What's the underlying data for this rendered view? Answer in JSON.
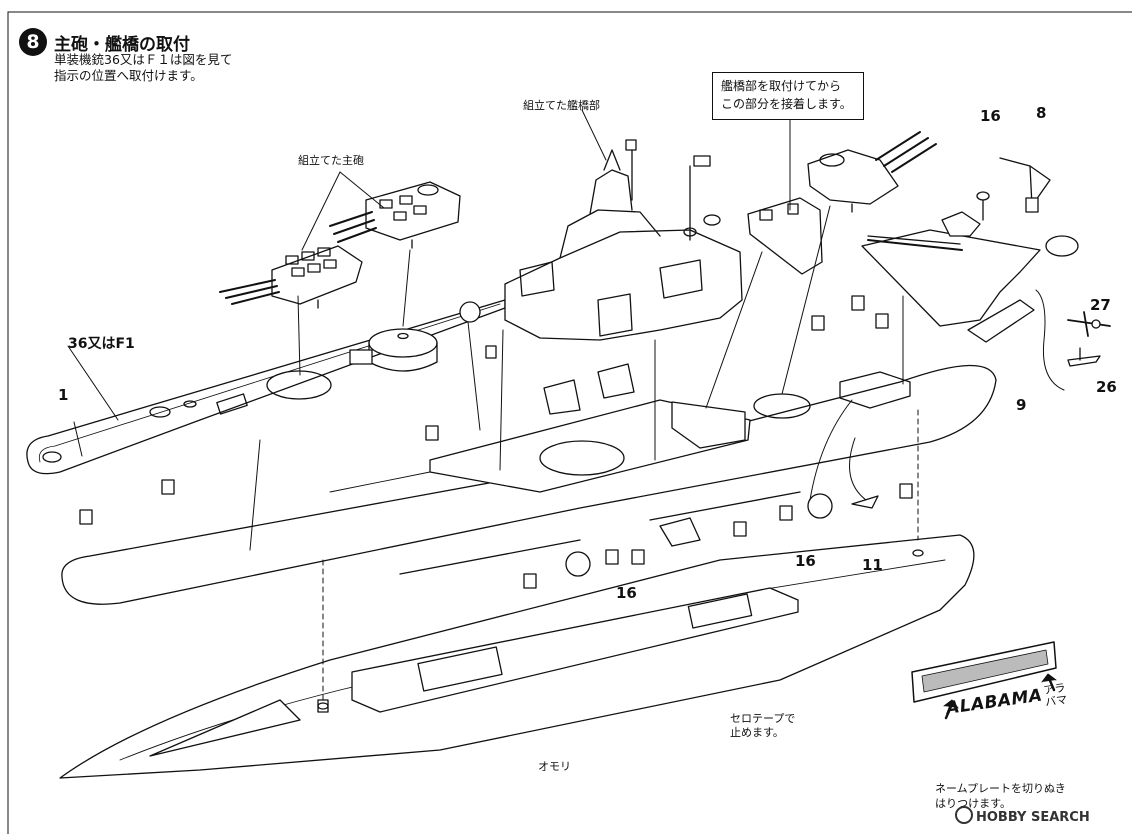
{
  "step": {
    "number": "8",
    "title": "主砲・艦橋の取付"
  },
  "intro_note": {
    "line1": "単装機銃36又はＦ１は図を見て",
    "line2": "指示の位置へ取付けます。"
  },
  "callout": {
    "line1": "艦橋部を取付けてから",
    "line2": "この部分を接着します。"
  },
  "labels": {
    "assembled_main_guns": "組立てた主砲",
    "assembled_bridge": "組立てた艦橋部",
    "part_36_or_f1": "36又はF1",
    "part_1": "1",
    "part_16_top": "16",
    "part_8": "8",
    "part_27": "27",
    "part_26": "26",
    "part_9": "9",
    "part_16_mid": "16",
    "part_11": "11",
    "part_16_low": "16",
    "cello_tape": {
      "line1": "セロテープで",
      "line2": "止めます。"
    },
    "weight": "オモリ",
    "nameplate_note": {
      "line1": "ネームプレートを切りぬき",
      "line2": "はりつけます。"
    }
  },
  "nameplate": {
    "text": "ALABAMA",
    "kana": "アラバマ"
  },
  "watermark": {
    "text": "HOBBY SEARCH"
  }
}
